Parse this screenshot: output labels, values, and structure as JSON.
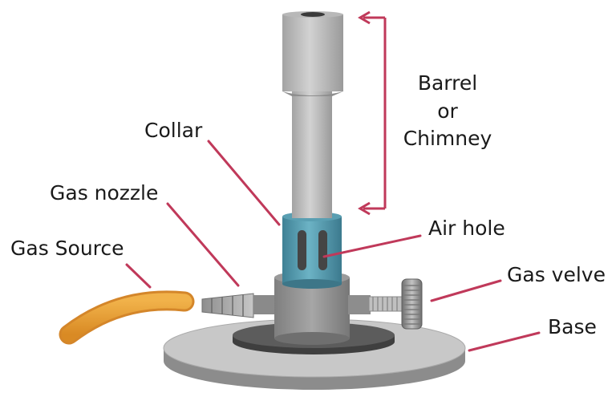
{
  "diagram": {
    "labels": {
      "barrel_line1": "Barrel",
      "barrel_line2": "or",
      "barrel_line3": "Chimney",
      "collar": "Collar",
      "gas_nozzle": "Gas nozzle",
      "air_hole": "Air hole",
      "gas_source": "Gas Source",
      "gas_valve": "Gas velve",
      "base": "Base"
    },
    "colors": {
      "pointer": "#c0395a",
      "collar": "#5ea3b6",
      "hose": "#e8a03a",
      "metal": "#bdbdbd"
    }
  }
}
